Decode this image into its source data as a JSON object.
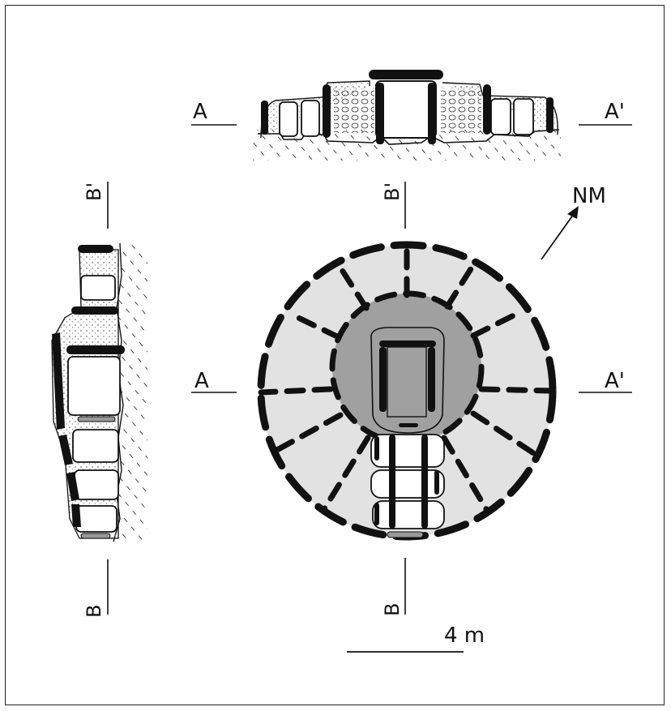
{
  "section_labels": {
    "top_left": "A",
    "top_right": "A'",
    "plan_left": "A",
    "plan_right": "A'",
    "plan_top": "B'",
    "plan_bottom": "B",
    "side_top": "B'",
    "side_bottom": "B"
  },
  "north_label": "NM",
  "scale_label": "4 m",
  "colors": {
    "line": "#111111",
    "inner_mound": "#a0a0a0",
    "outer_mound": "#e2e2e2",
    "stipple": "#888888"
  }
}
